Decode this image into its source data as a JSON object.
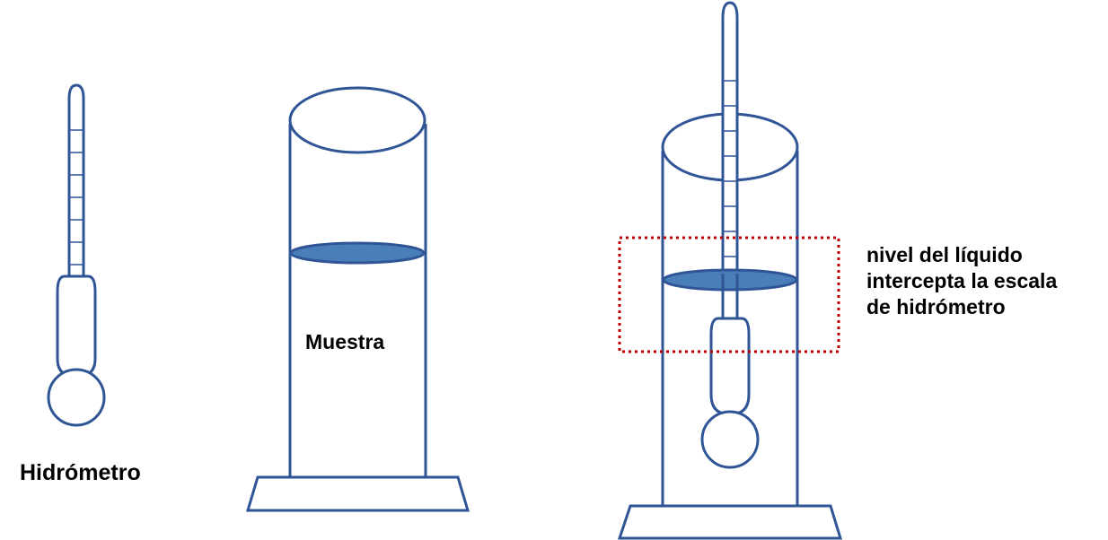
{
  "labels": {
    "hydrometer": "Hidrómetro",
    "sample": "Muestra",
    "annotation": [
      "nivel del líquido",
      "intercepta la escala",
      "de hidrómetro"
    ]
  },
  "colors": {
    "outline": "#2F5597",
    "liquid": "#4A7EBB",
    "highlight": "#C00000",
    "text": "#000000"
  }
}
